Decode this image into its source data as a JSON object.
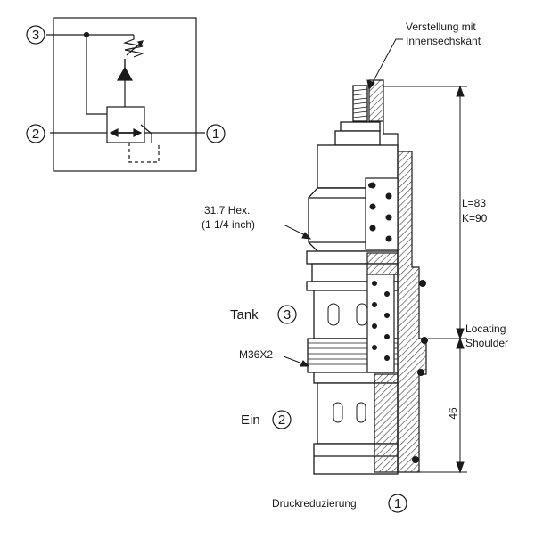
{
  "symbol": {
    "ports": {
      "p3": "3",
      "p2": "2",
      "p1": "1"
    }
  },
  "callouts": {
    "adjust_line1": "Verstellung mit",
    "adjust_line2": "Innensechskant",
    "hex_line1": "31.7 Hex.",
    "hex_line2": "(1 1/4 inch)",
    "tank_label": "Tank",
    "tank_port": "3",
    "thread": "M36X2",
    "inlet_label": "Ein",
    "inlet_port": "2",
    "title": "Druckreduzierung",
    "title_port": "1",
    "dim_l": "L=83",
    "dim_k": "K=90",
    "dim_46": "46",
    "locating_line1": "Locating",
    "locating_line2": "Shoulder"
  },
  "colors": {
    "ink": "#1a1a1a",
    "hatch": "#555555",
    "body_fill": "#ffffff"
  }
}
